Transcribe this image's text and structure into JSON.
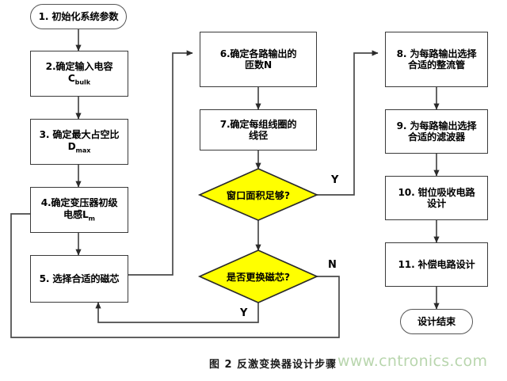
{
  "figure": {
    "caption": "图 2 反激变换器设计步骤",
    "watermark": "www.cntronics.com",
    "decision_fill": "#ffff00",
    "box_stroke": "#3a3a3a",
    "line_stroke": "#4a4a4a",
    "background": "#ffffff"
  },
  "nodes": {
    "n1": {
      "shape": "terminator",
      "label": "1. 初始化系统参数"
    },
    "n2": {
      "shape": "process",
      "line1": "2.确定输入电容",
      "line2_base": "C",
      "line2_sub": "bulk"
    },
    "n3": {
      "shape": "process",
      "line1": "3. 确定最大占空比",
      "line2_base": "D",
      "line2_sub": "max"
    },
    "n4": {
      "shape": "process",
      "line1": "4.确定变压器初级",
      "line2_pre": "电感",
      "line2_base": "L",
      "line2_sub": "m"
    },
    "n5": {
      "shape": "process",
      "label": "5. 选择合适的磁芯"
    },
    "n6": {
      "shape": "process",
      "line1": "6.确定各路输出的",
      "line2": "匝数N"
    },
    "n7": {
      "shape": "process",
      "line1": "7.确定每组线圈的",
      "line2": "线径"
    },
    "d1": {
      "shape": "decision",
      "label": "窗口面积足够?"
    },
    "d2": {
      "shape": "decision",
      "label": "是否更换磁芯?"
    },
    "n8": {
      "shape": "process",
      "line1": "8. 为每路输出选择",
      "line2": "合适的整流管"
    },
    "n9": {
      "shape": "process",
      "line1": "9. 为每路输出选择",
      "line2": "合适的滤波器"
    },
    "n10": {
      "shape": "process",
      "line1": "10. 钳位吸收电路",
      "line2": "设计"
    },
    "n11": {
      "shape": "process",
      "label": "11. 补偿电路设计"
    },
    "n12": {
      "shape": "terminator",
      "label": "设计结束"
    }
  },
  "branch_labels": {
    "d1_yes": "Y",
    "d2_no": "N",
    "d2_yes": "Y"
  },
  "flow": [
    {
      "from": "n1",
      "to": "n2",
      "label": ""
    },
    {
      "from": "n2",
      "to": "n3",
      "label": ""
    },
    {
      "from": "n3",
      "to": "n4",
      "label": ""
    },
    {
      "from": "n4",
      "to": "n5",
      "label": ""
    },
    {
      "from": "n5",
      "to": "n6",
      "label": ""
    },
    {
      "from": "n6",
      "to": "n7",
      "label": ""
    },
    {
      "from": "n7",
      "to": "d1",
      "label": ""
    },
    {
      "from": "d1",
      "to": "n8",
      "label": "Y"
    },
    {
      "from": "d1",
      "to": "d2",
      "label": ""
    },
    {
      "from": "d2",
      "to": "n5",
      "label": "Y"
    },
    {
      "from": "d2",
      "to": "n4",
      "label": "N"
    },
    {
      "from": "n8",
      "to": "n9",
      "label": ""
    },
    {
      "from": "n9",
      "to": "n10",
      "label": ""
    },
    {
      "from": "n10",
      "to": "n11",
      "label": ""
    },
    {
      "from": "n11",
      "to": "n12",
      "label": ""
    }
  ]
}
